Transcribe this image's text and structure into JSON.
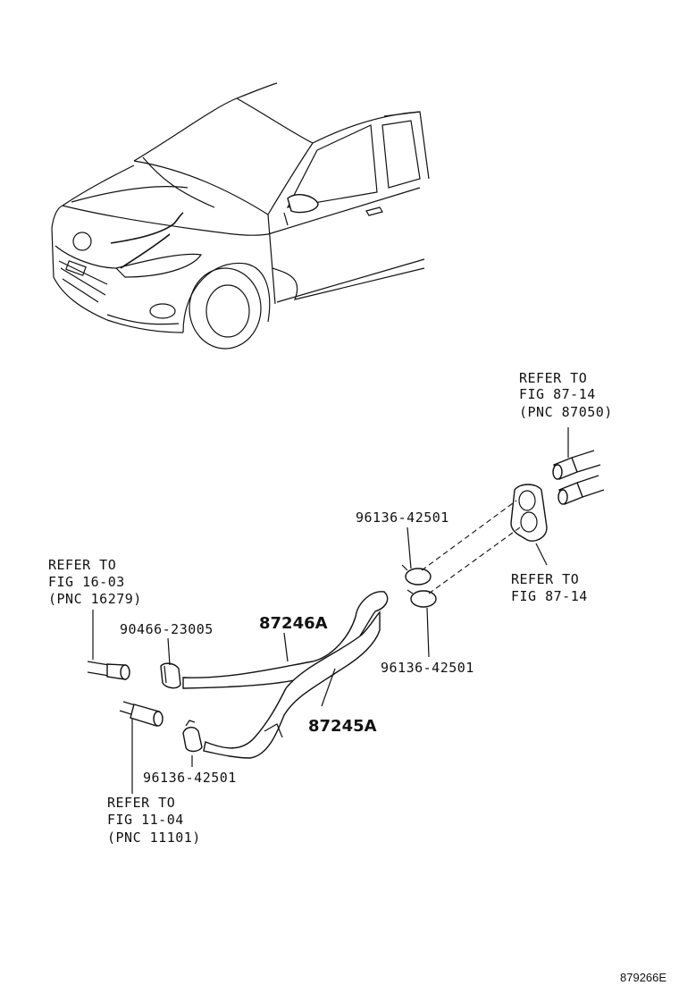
{
  "labels": {
    "refer_top_right": [
      "REFER TO",
      "FIG 87-14",
      "(PNC 87050)"
    ],
    "refer_grommet": [
      "REFER TO",
      "FIG 87-14"
    ],
    "refer_left": [
      "REFER TO",
      "FIG 16-03",
      "(PNC 16279)"
    ],
    "refer_bottom": [
      "REFER TO",
      "FIG 11-04",
      "(PNC 11101)"
    ],
    "clamp_upper": "96136-42501",
    "clamp_right": "96136-42501",
    "clamp_bottom": "96136-42501",
    "clamp_left": "90466-23005",
    "hose_upper": "87246A",
    "hose_lower": "87245A",
    "figure_id": "879266E"
  }
}
